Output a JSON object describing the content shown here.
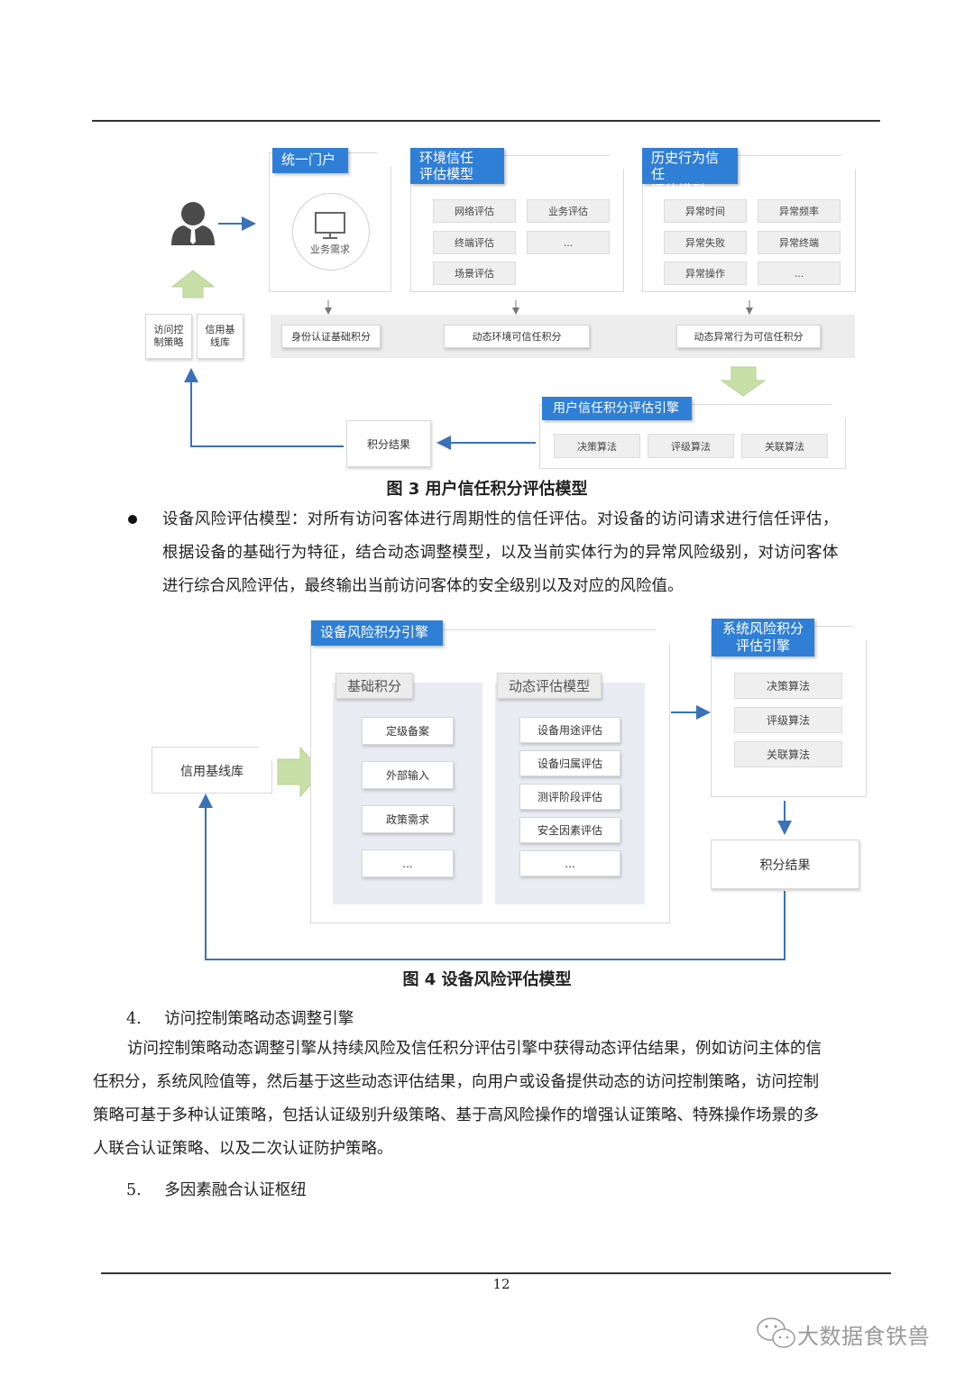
{
  "fig3": {
    "portal": {
      "title": "统一门户",
      "need": "业务需求"
    },
    "env": {
      "title_l1": "环境信任",
      "title_l2": "评估模型",
      "items": [
        "网络评估",
        "业务评估",
        "终端评估",
        "...",
        "场景评估"
      ]
    },
    "hist": {
      "title_l1": "历史行为信任",
      "title_l2": "评估模型",
      "items": [
        "异常时间",
        "异常频率",
        "异常失败",
        "异常终端",
        "异常操作",
        "..."
      ]
    },
    "scores": [
      "身份认证基础积分",
      "动态环境可信任积分",
      "动态异常行为可信任积分"
    ],
    "policy": {
      "l1": "访问控",
      "l2": "制策略"
    },
    "baseline": {
      "l1": "信用基",
      "l2": "线库"
    },
    "engine": {
      "title": "用户信任积分评估引擎",
      "items": [
        "决策算法",
        "评级算法",
        "关联算法"
      ]
    },
    "result": "积分结果",
    "caption": "图 3  用户信任积分评估模型"
  },
  "bullet": {
    "lines": [
      "设备风险评估模型：对所有访问客体进行周期性的信任评估。对设备的访问请求进行信任评估，",
      "根据设备的基础行为特征，结合动态调整模型，以及当前实体行为的异常风险级别，对访问客体",
      "进行综合风险评估，最终输出当前访问客体的安全级别以及对应的风险值。"
    ]
  },
  "fig4": {
    "engine_title": "设备风险积分引擎",
    "base": {
      "title": "基础积分",
      "items": [
        "定级备案",
        "外部输入",
        "政策需求",
        "..."
      ]
    },
    "dyn": {
      "title": "动态评估模型",
      "items": [
        "设备用途评估",
        "设备归属评估",
        "测评阶段评估",
        "安全因素评估",
        "..."
      ]
    },
    "baseline": "信用基线库",
    "sys": {
      "title_l1": "系统风险积分",
      "title_l2": "评估引擎",
      "items": [
        "决策算法",
        "评级算法",
        "关联算法"
      ]
    },
    "result": "积分结果",
    "caption": "图 4  设备风险评估模型"
  },
  "section4": {
    "num": "4.",
    "title": "访问控制策略动态调整引擎",
    "lines": [
      "访问控制策略动态调整引擎从持续风险及信任积分评估引擎中获得动态评估结果，例如访问主体的信",
      "任积分，系统风险值等，然后基于这些动态评估结果，向用户或设备提供动态的访问控制策略，访问控制",
      "策略可基于多种认证策略，包括认证级别升级策略、基于高风险操作的增强认证策略、特殊操作场景的多",
      "人联合认证策略、以及二次认证防护策略。"
    ]
  },
  "section5": {
    "num": "5.",
    "title": "多因素融合认证枢纽"
  },
  "footer": {
    "page": "12",
    "watermark": "大数据食铁兽"
  }
}
